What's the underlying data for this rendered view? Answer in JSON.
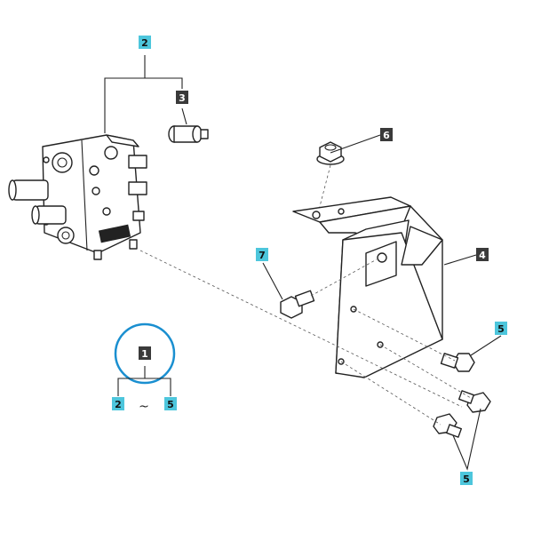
{
  "callouts": {
    "c2_top": "2",
    "c3": "3",
    "c6": "6",
    "c4": "4",
    "c7": "7",
    "c1": "1",
    "c2_range": "2",
    "range_sep": "~",
    "c5_range": "5",
    "c5_a": "5",
    "c5_b": "5"
  },
  "colors": {
    "cyan_label": "#4dc6dc",
    "dark_label": "#3a3a3a",
    "highlight_ring": "#1a8fd0",
    "line": "#222222"
  }
}
